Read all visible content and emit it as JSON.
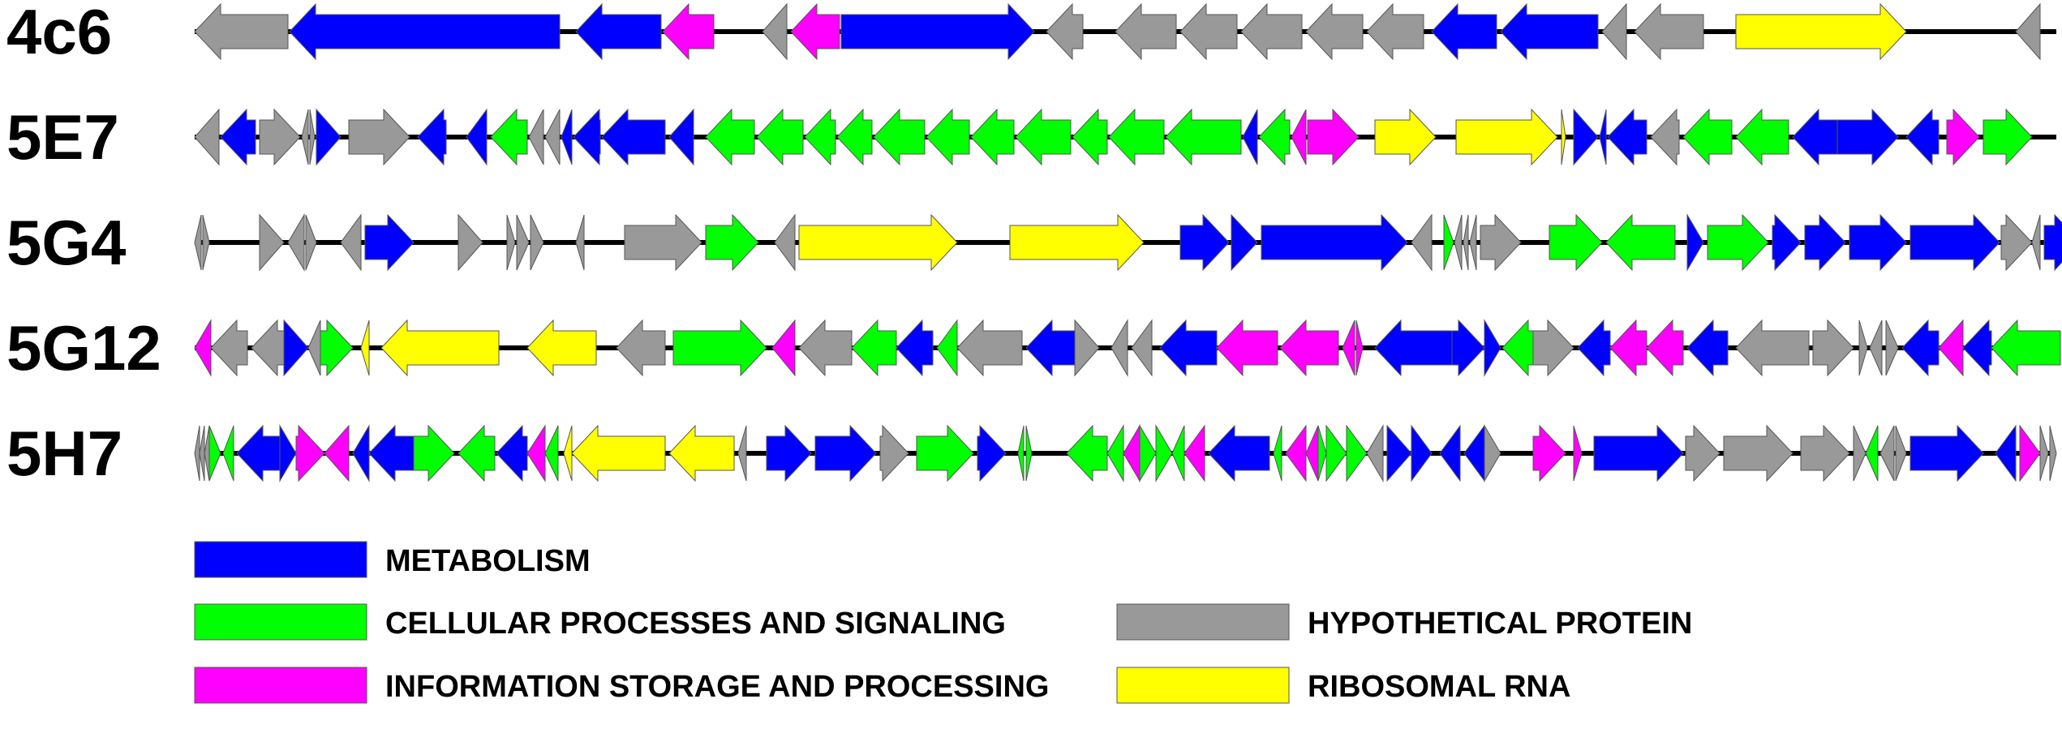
{
  "colors": {
    "metabolism": "#0000FF",
    "cellular": "#00FF00",
    "information": "#FF00FF",
    "hypothetical": "#999999",
    "ribosomal": "#FFFF00"
  },
  "legend": [
    {
      "key": "metabolism",
      "label": "METABOLISM"
    },
    {
      "key": "cellular",
      "label": "CELLULAR PROCESSES AND SIGNALING"
    },
    {
      "key": "information",
      "label": "INFORMATION STORAGE AND PROCESSING"
    },
    {
      "key": "hypothetical",
      "label": "HYPOTHETICAL PROTEIN"
    },
    {
      "key": "ribosomal",
      "label": "RIBOSOMAL RNA"
    }
  ],
  "tracks": [
    {
      "label": "4c6",
      "genes": [
        [
          0,
          115,
          -1,
          "hypothetical"
        ],
        [
          117,
          450,
          -1,
          "metabolism"
        ],
        [
          470,
          575,
          -1,
          "metabolism"
        ],
        [
          577,
          640,
          -1,
          "information"
        ],
        [
          700,
          730,
          -1,
          "hypothetical"
        ],
        [
          735,
          795,
          -1,
          "information"
        ],
        [
          797,
          1035,
          1,
          "metabolism"
        ],
        [
          1050,
          1095,
          -1,
          "hypothetical"
        ],
        [
          1135,
          1210,
          -1,
          "hypothetical"
        ],
        [
          1215,
          1285,
          -1,
          "hypothetical"
        ],
        [
          1290,
          1365,
          -1,
          "hypothetical"
        ],
        [
          1370,
          1440,
          -1,
          "hypothetical"
        ],
        [
          1445,
          1515,
          -1,
          "hypothetical"
        ],
        [
          1525,
          1605,
          -1,
          "metabolism"
        ],
        [
          1610,
          1730,
          -1,
          "metabolism"
        ],
        [
          1735,
          1765,
          -1,
          "hypothetical"
        ],
        [
          1775,
          1860,
          -1,
          "hypothetical"
        ],
        [
          1900,
          2110,
          1,
          "ribosomal"
        ],
        [
          2245,
          2275,
          -1,
          "hypothetical"
        ]
      ]
    },
    {
      "label": "5E7",
      "genes": [
        [
          0,
          30,
          -1,
          "hypothetical"
        ],
        [
          32,
          75,
          -1,
          "metabolism"
        ],
        [
          80,
          130,
          1,
          "hypothetical"
        ],
        [
          132,
          140,
          -1,
          "hypothetical"
        ],
        [
          142,
          148,
          1,
          "hypothetical"
        ],
        [
          150,
          180,
          1,
          "metabolism"
        ],
        [
          190,
          265,
          1,
          "hypothetical"
        ],
        [
          275,
          310,
          -1,
          "metabolism"
        ],
        [
          335,
          360,
          -1,
          "metabolism"
        ],
        [
          365,
          410,
          -1,
          "cellular"
        ],
        [
          412,
          430,
          -1,
          "hypothetical"
        ],
        [
          432,
          450,
          -1,
          "hypothetical"
        ],
        [
          452,
          465,
          -1,
          "metabolism"
        ],
        [
          467,
          500,
          -1,
          "metabolism"
        ],
        [
          502,
          580,
          -1,
          "metabolism"
        ],
        [
          585,
          615,
          -1,
          "metabolism"
        ],
        [
          630,
          690,
          -1,
          "cellular"
        ],
        [
          693,
          750,
          -1,
          "cellular"
        ],
        [
          752,
          790,
          -1,
          "cellular"
        ],
        [
          792,
          835,
          -1,
          "cellular"
        ],
        [
          837,
          900,
          -1,
          "cellular"
        ],
        [
          902,
          955,
          -1,
          "cellular"
        ],
        [
          957,
          1010,
          -1,
          "cellular"
        ],
        [
          1012,
          1080,
          -1,
          "cellular"
        ],
        [
          1082,
          1125,
          -1,
          "cellular"
        ],
        [
          1127,
          1195,
          -1,
          "cellular"
        ],
        [
          1197,
          1290,
          -1,
          "cellular"
        ],
        [
          1292,
          1310,
          -1,
          "metabolism"
        ],
        [
          1312,
          1350,
          -1,
          "cellular"
        ],
        [
          1352,
          1370,
          -1,
          "information"
        ],
        [
          1372,
          1435,
          1,
          "information"
        ],
        [
          1455,
          1530,
          1,
          "ribosomal"
        ],
        [
          1555,
          1680,
          1,
          "ribosomal"
        ],
        [
          1685,
          1690,
          1,
          "ribosomal"
        ],
        [
          1700,
          1730,
          1,
          "metabolism"
        ],
        [
          1732,
          1740,
          -1,
          "metabolism"
        ],
        [
          1742,
          1790,
          -1,
          "metabolism"
        ],
        [
          1795,
          1830,
          -1,
          "hypothetical"
        ],
        [
          1835,
          1895,
          -1,
          "cellular"
        ],
        [
          1900,
          1965,
          -1,
          "cellular"
        ],
        [
          1970,
          2025,
          -1,
          "metabolism"
        ],
        [
          2025,
          2100,
          1,
          "metabolism"
        ],
        [
          2110,
          2150,
          -1,
          "metabolism"
        ],
        [
          2160,
          2200,
          1,
          "information"
        ],
        [
          2205,
          2265,
          1,
          "cellular"
        ]
      ]
    },
    {
      "label": "5G4",
      "genes": [
        [
          0,
          8,
          -1,
          "hypothetical"
        ],
        [
          10,
          18,
          1,
          "hypothetical"
        ],
        [
          80,
          110,
          1,
          "hypothetical"
        ],
        [
          115,
          135,
          -1,
          "hypothetical"
        ],
        [
          137,
          150,
          1,
          "hypothetical"
        ],
        [
          180,
          205,
          -1,
          "hypothetical"
        ],
        [
          210,
          270,
          1,
          "metabolism"
        ],
        [
          325,
          355,
          1,
          "hypothetical"
        ],
        [
          385,
          395,
          1,
          "hypothetical"
        ],
        [
          397,
          412,
          1,
          "hypothetical"
        ],
        [
          414,
          430,
          1,
          "hypothetical"
        ],
        [
          470,
          480,
          -1,
          "hypothetical"
        ],
        [
          530,
          625,
          1,
          "hypothetical"
        ],
        [
          630,
          695,
          1,
          "cellular"
        ],
        [
          715,
          740,
          -1,
          "hypothetical"
        ],
        [
          745,
          940,
          1,
          "ribosomal"
        ],
        [
          1005,
          1170,
          1,
          "ribosomal"
        ],
        [
          1215,
          1275,
          1,
          "metabolism"
        ],
        [
          1278,
          1310,
          1,
          "metabolism"
        ],
        [
          1315,
          1495,
          1,
          "metabolism"
        ],
        [
          1500,
          1525,
          -1,
          "hypothetical"
        ],
        [
          1540,
          1552,
          1,
          "cellular"
        ],
        [
          1553,
          1562,
          -1,
          "hypothetical"
        ],
        [
          1564,
          1570,
          -1,
          "hypothetical"
        ],
        [
          1572,
          1580,
          -1,
          "hypothetical"
        ],
        [
          1585,
          1635,
          1,
          "hypothetical"
        ],
        [
          1670,
          1735,
          1,
          "cellular"
        ],
        [
          1740,
          1825,
          -1,
          "cellular"
        ],
        [
          1840,
          1860,
          1,
          "metabolism"
        ],
        [
          1865,
          1940,
          1,
          "cellular"
        ],
        [
          1945,
          1980,
          1,
          "metabolism"
        ],
        [
          1985,
          2035,
          1,
          "metabolism"
        ],
        [
          2040,
          2110,
          1,
          "metabolism"
        ],
        [
          2115,
          2225,
          1,
          "metabolism"
        ],
        [
          2227,
          2265,
          1,
          "hypothetical"
        ],
        [
          2265,
          2275,
          -1,
          "hypothetical"
        ],
        [
          2280,
          2325,
          1,
          "metabolism"
        ]
      ]
    },
    {
      "label": "5G12",
      "genes": [
        [
          0,
          20,
          -1,
          "information"
        ],
        [
          20,
          65,
          -1,
          "hypothetical"
        ],
        [
          70,
          110,
          -1,
          "hypothetical"
        ],
        [
          110,
          140,
          1,
          "metabolism"
        ],
        [
          140,
          155,
          -1,
          "hypothetical"
        ],
        [
          155,
          195,
          1,
          "cellular"
        ],
        [
          205,
          215,
          -1,
          "ribosomal"
        ],
        [
          230,
          375,
          -1,
          "ribosomal"
        ],
        [
          410,
          495,
          -1,
          "ribosomal"
        ],
        [
          520,
          580,
          -1,
          "hypothetical"
        ],
        [
          590,
          705,
          1,
          "cellular"
        ],
        [
          712,
          740,
          -1,
          "information"
        ],
        [
          745,
          810,
          -1,
          "hypothetical"
        ],
        [
          810,
          865,
          -1,
          "cellular"
        ],
        [
          865,
          910,
          -1,
          "metabolism"
        ],
        [
          915,
          940,
          -1,
          "cellular"
        ],
        [
          940,
          1020,
          -1,
          "hypothetical"
        ],
        [
          1025,
          1085,
          -1,
          "metabolism"
        ],
        [
          1085,
          1115,
          1,
          "hypothetical"
        ],
        [
          1130,
          1150,
          -1,
          "hypothetical"
        ],
        [
          1155,
          1180,
          -1,
          "hypothetical"
        ],
        [
          1190,
          1260,
          -1,
          "metabolism"
        ],
        [
          1260,
          1335,
          -1,
          "information"
        ],
        [
          1338,
          1410,
          -1,
          "information"
        ],
        [
          1415,
          1430,
          -1,
          "information"
        ],
        [
          1432,
          1440,
          1,
          "information"
        ],
        [
          1455,
          1550,
          -1,
          "metabolism"
        ],
        [
          1550,
          1590,
          1,
          "metabolism"
        ],
        [
          1590,
          1610,
          1,
          "metabolism"
        ],
        [
          1612,
          1650,
          -1,
          "cellular"
        ],
        [
          1650,
          1700,
          1,
          "hypothetical"
        ],
        [
          1705,
          1745,
          -1,
          "metabolism"
        ],
        [
          1745,
          1790,
          -1,
          "information"
        ],
        [
          1790,
          1835,
          -1,
          "information"
        ],
        [
          1840,
          1890,
          -1,
          "metabolism"
        ],
        [
          1900,
          1990,
          -1,
          "hypothetical"
        ],
        [
          1995,
          2045,
          1,
          "hypothetical"
        ],
        [
          2052,
          2062,
          1,
          "hypothetical"
        ],
        [
          2065,
          2080,
          -1,
          "hypothetical"
        ],
        [
          2085,
          2100,
          1,
          "hypothetical"
        ],
        [
          2105,
          2150,
          -1,
          "metabolism"
        ],
        [
          2150,
          2180,
          -1,
          "information"
        ],
        [
          2180,
          2215,
          -1,
          "metabolism"
        ],
        [
          2215,
          2300,
          -1,
          "cellular"
        ],
        [
          2310,
          2360,
          1,
          "metabolism"
        ]
      ]
    },
    {
      "label": "5H7",
      "genes": [
        [
          0,
          6,
          -1,
          "hypothetical"
        ],
        [
          6,
          12,
          -1,
          "hypothetical"
        ],
        [
          12,
          18,
          -1,
          "hypothetical"
        ],
        [
          18,
          32,
          1,
          "cellular"
        ],
        [
          35,
          48,
          -1,
          "cellular"
        ],
        [
          52,
          105,
          -1,
          "metabolism"
        ],
        [
          105,
          125,
          1,
          "metabolism"
        ],
        [
          125,
          160,
          1,
          "information"
        ],
        [
          160,
          190,
          -1,
          "information"
        ],
        [
          195,
          215,
          -1,
          "metabolism"
        ],
        [
          215,
          270,
          -1,
          "metabolism"
        ],
        [
          270,
          320,
          1,
          "cellular"
        ],
        [
          325,
          370,
          -1,
          "cellular"
        ],
        [
          372,
          410,
          -1,
          "metabolism"
        ],
        [
          410,
          432,
          -1,
          "information"
        ],
        [
          432,
          448,
          -1,
          "cellular"
        ],
        [
          455,
          465,
          -1,
          "ribosomal"
        ],
        [
          465,
          580,
          -1,
          "ribosomal"
        ],
        [
          585,
          665,
          -1,
          "ribosomal"
        ],
        [
          670,
          680,
          -1,
          "hypothetical"
        ],
        [
          705,
          760,
          1,
          "metabolism"
        ],
        [
          765,
          840,
          1,
          "metabolism"
        ],
        [
          845,
          880,
          1,
          "hypothetical"
        ],
        [
          890,
          960,
          1,
          "cellular"
        ],
        [
          965,
          1000,
          1,
          "metabolism"
        ],
        [
          1015,
          1022,
          -1,
          "cellular"
        ],
        [
          1025,
          1032,
          1,
          "cellular"
        ],
        [
          1075,
          1125,
          -1,
          "cellular"
        ],
        [
          1125,
          1145,
          -1,
          "cellular"
        ],
        [
          1145,
          1165,
          -1,
          "information"
        ],
        [
          1165,
          1185,
          1,
          "cellular"
        ],
        [
          1185,
          1205,
          1,
          "cellular"
        ],
        [
          1205,
          1220,
          -1,
          "cellular"
        ],
        [
          1220,
          1245,
          -1,
          "information"
        ],
        [
          1250,
          1325,
          -1,
          "metabolism"
        ],
        [
          1330,
          1340,
          -1,
          "cellular"
        ],
        [
          1345,
          1370,
          -1,
          "information"
        ],
        [
          1370,
          1385,
          -1,
          "information"
        ],
        [
          1385,
          1395,
          1,
          "cellular"
        ],
        [
          1395,
          1420,
          1,
          "cellular"
        ],
        [
          1420,
          1445,
          1,
          "cellular"
        ],
        [
          1445,
          1465,
          -1,
          "hypothetical"
        ],
        [
          1470,
          1500,
          1,
          "metabolism"
        ],
        [
          1500,
          1525,
          1,
          "metabolism"
        ],
        [
          1535,
          1560,
          -1,
          "metabolism"
        ],
        [
          1565,
          1590,
          -1,
          "metabolism"
        ],
        [
          1590,
          1610,
          1,
          "hypothetical"
        ],
        [
          1650,
          1690,
          1,
          "information"
        ],
        [
          1700,
          1710,
          1,
          "information"
        ],
        [
          1725,
          1835,
          1,
          "metabolism"
        ],
        [
          1838,
          1880,
          1,
          "hypothetical"
        ],
        [
          1885,
          1970,
          1,
          "hypothetical"
        ],
        [
          1980,
          2040,
          1,
          "hypothetical"
        ],
        [
          2045,
          2060,
          1,
          "hypothetical"
        ],
        [
          2060,
          2075,
          -1,
          "cellular"
        ],
        [
          2078,
          2095,
          -1,
          "hypothetical"
        ],
        [
          2097,
          2110,
          1,
          "hypothetical"
        ],
        [
          2115,
          2205,
          1,
          "metabolism"
        ],
        [
          2220,
          2245,
          -1,
          "metabolism"
        ],
        [
          2250,
          2275,
          1,
          "information"
        ],
        [
          2275,
          2285,
          1,
          "hypothetical"
        ],
        [
          2287,
          2295,
          1,
          "hypothetical"
        ]
      ]
    }
  ]
}
